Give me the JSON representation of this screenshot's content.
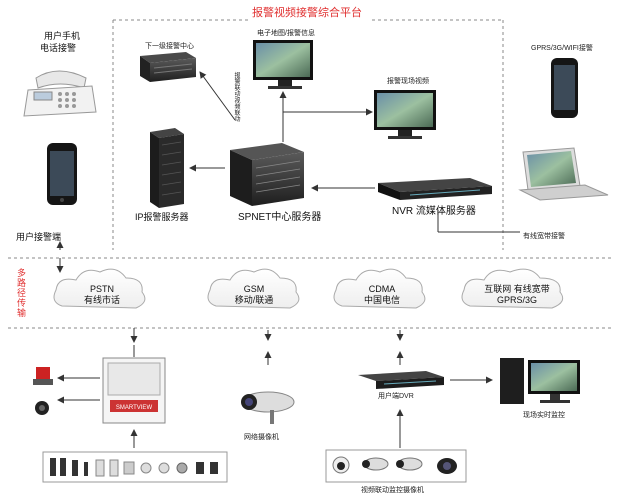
{
  "platform_title": "报警视频接警综合平台",
  "left_panel": {
    "phone_label_line1": "用户手机",
    "phone_label_line2": "电话接警",
    "user_alarm_label": "用户接警端"
  },
  "center_panel": {
    "lower_alarm_center": "下一级接警中心",
    "emap_alarm_info": "电子地图/报警信息",
    "alarm_site_video": "报警现场视频",
    "link_text": "报警联动/视频联动",
    "ip_alarm_server": "IP报警服务器",
    "spnet_center_server": "SPNET中心服务器",
    "nvr_media_server": "NVR 流媒体服务器"
  },
  "right_panel": {
    "gprs_wifi_alarm": "GPRS/3G/WIFI接警",
    "wired_broadband_alarm": "有线宽带接警"
  },
  "transport": {
    "multi_path_label": "多路径传输",
    "clouds": [
      {
        "line1": "PSTN",
        "line2": "有线市话"
      },
      {
        "line1": "GSM",
        "line2": "移动/联通"
      },
      {
        "line1": "CDMA",
        "line2": "中国电信"
      },
      {
        "line1": "互联网 有线宽带",
        "line2": "GPRS/3G"
      }
    ]
  },
  "bottom": {
    "panel_brand": "SMARTVIEW",
    "network_camera": "网络摄像机",
    "user_dvr": "用户端DVR",
    "site_monitor": "现场实时监控",
    "linked_cameras": "视频联动监控摄像机"
  }
}
